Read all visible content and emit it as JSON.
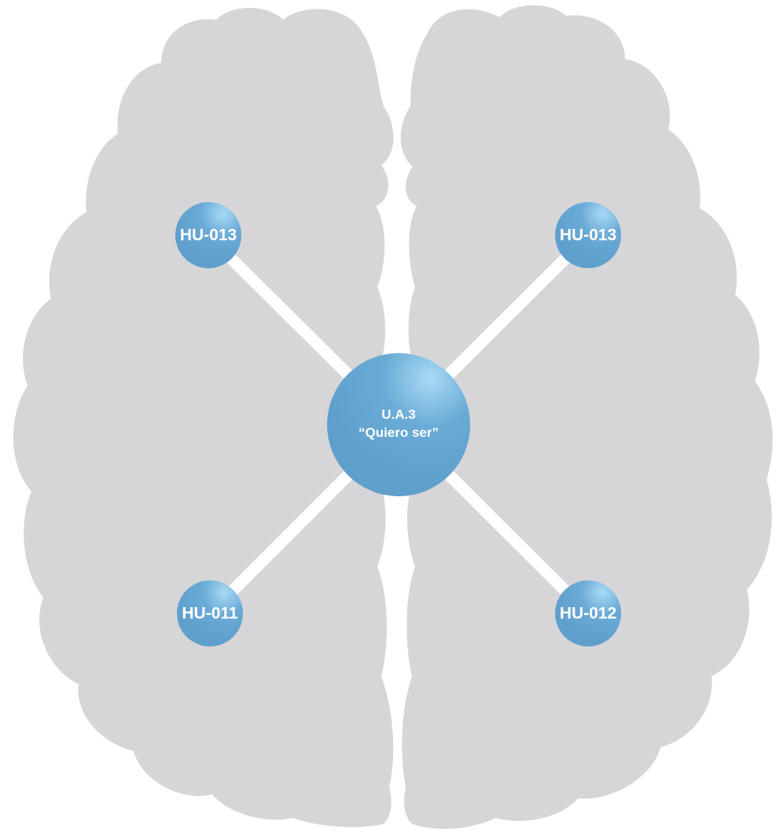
{
  "center_node": {
    "line1": "U.A.3",
    "line2": "“Quiero ser”"
  },
  "nodes": {
    "top_left": "HU-013",
    "top_right": "HU-013",
    "bottom_left": "HU-011",
    "bottom_right": "HU-012"
  },
  "colors": {
    "brain": "#d6d6d8",
    "node": "#62a2cf",
    "node_highlight": "#9ed0f0",
    "connector": "#ffffff"
  }
}
